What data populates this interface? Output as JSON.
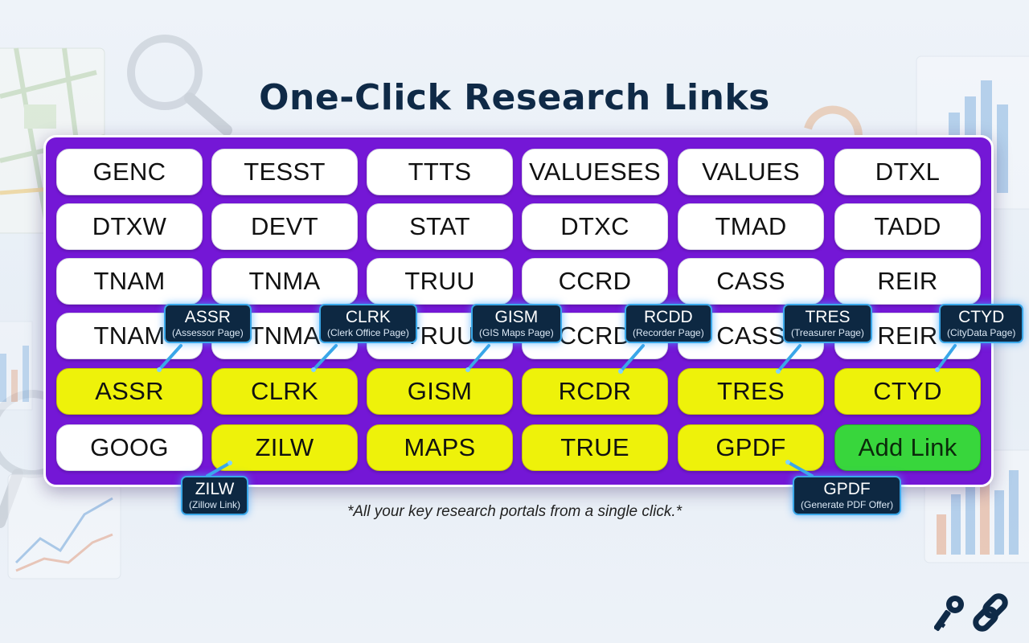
{
  "title": "One-Click Research Links",
  "caption": "*All your key research portals from a single click.*",
  "colors": {
    "panel": "#7417d6",
    "white_button": "#ffffff",
    "yellow_button": "#eef20a",
    "green_button": "#38d63c",
    "tooltip_bg": "#0d2842",
    "tooltip_border": "#3aa7e8",
    "title": "#0f2a47"
  },
  "buttons": [
    {
      "label": "GENC",
      "style": "white"
    },
    {
      "label": "TESST",
      "style": "white"
    },
    {
      "label": "TTTS",
      "style": "white"
    },
    {
      "label": "VALUESES",
      "style": "white"
    },
    {
      "label": "VALUES",
      "style": "white"
    },
    {
      "label": "DTXL",
      "style": "white"
    },
    {
      "label": "DTXW",
      "style": "white"
    },
    {
      "label": "DEVT",
      "style": "white"
    },
    {
      "label": "STAT",
      "style": "white"
    },
    {
      "label": "DTXC",
      "style": "white"
    },
    {
      "label": "TMAD",
      "style": "white"
    },
    {
      "label": "TADD",
      "style": "white"
    },
    {
      "label": "TNAM",
      "style": "white"
    },
    {
      "label": "TNMA",
      "style": "white"
    },
    {
      "label": "TRUU",
      "style": "white"
    },
    {
      "label": "CCRD",
      "style": "white"
    },
    {
      "label": "CASS",
      "style": "white"
    },
    {
      "label": "REIR",
      "style": "white"
    },
    {
      "label": "TNAM",
      "style": "white"
    },
    {
      "label": "TNMA",
      "style": "white"
    },
    {
      "label": "TRUU",
      "style": "white"
    },
    {
      "label": "CCRD",
      "style": "white"
    },
    {
      "label": "CASS",
      "style": "white"
    },
    {
      "label": "REIR",
      "style": "white"
    },
    {
      "label": "ASSR",
      "style": "yellow"
    },
    {
      "label": "CLRK",
      "style": "yellow"
    },
    {
      "label": "GISM",
      "style": "yellow"
    },
    {
      "label": "RCDR",
      "style": "yellow"
    },
    {
      "label": "TRES",
      "style": "yellow"
    },
    {
      "label": "CTYD",
      "style": "yellow"
    },
    {
      "label": "GOOG",
      "style": "white"
    },
    {
      "label": "ZILW",
      "style": "yellow"
    },
    {
      "label": "MAPS",
      "style": "yellow"
    },
    {
      "label": "TRUE",
      "style": "yellow"
    },
    {
      "label": "GPDF",
      "style": "yellow"
    },
    {
      "label": "Add Link",
      "style": "green"
    }
  ],
  "tooltips": [
    {
      "code": "ASSR",
      "desc": "(Assessor Page)"
    },
    {
      "code": "CLRK",
      "desc": "(Clerk Office Page)"
    },
    {
      "code": "GISM",
      "desc": "(GIS Maps Page)"
    },
    {
      "code": "RCDD",
      "desc": "(Recorder Page)"
    },
    {
      "code": "TRES",
      "desc": "(Treasurer Page)"
    },
    {
      "code": "CTYD",
      "desc": "(CityData Page)"
    },
    {
      "code": "ZILW",
      "desc": "(Zillow Link)"
    },
    {
      "code": "GPDF",
      "desc": "(Generate PDF Offer)"
    }
  ],
  "icons": [
    "key-icon",
    "link-icon",
    "magnifier-icon",
    "map-icon"
  ]
}
